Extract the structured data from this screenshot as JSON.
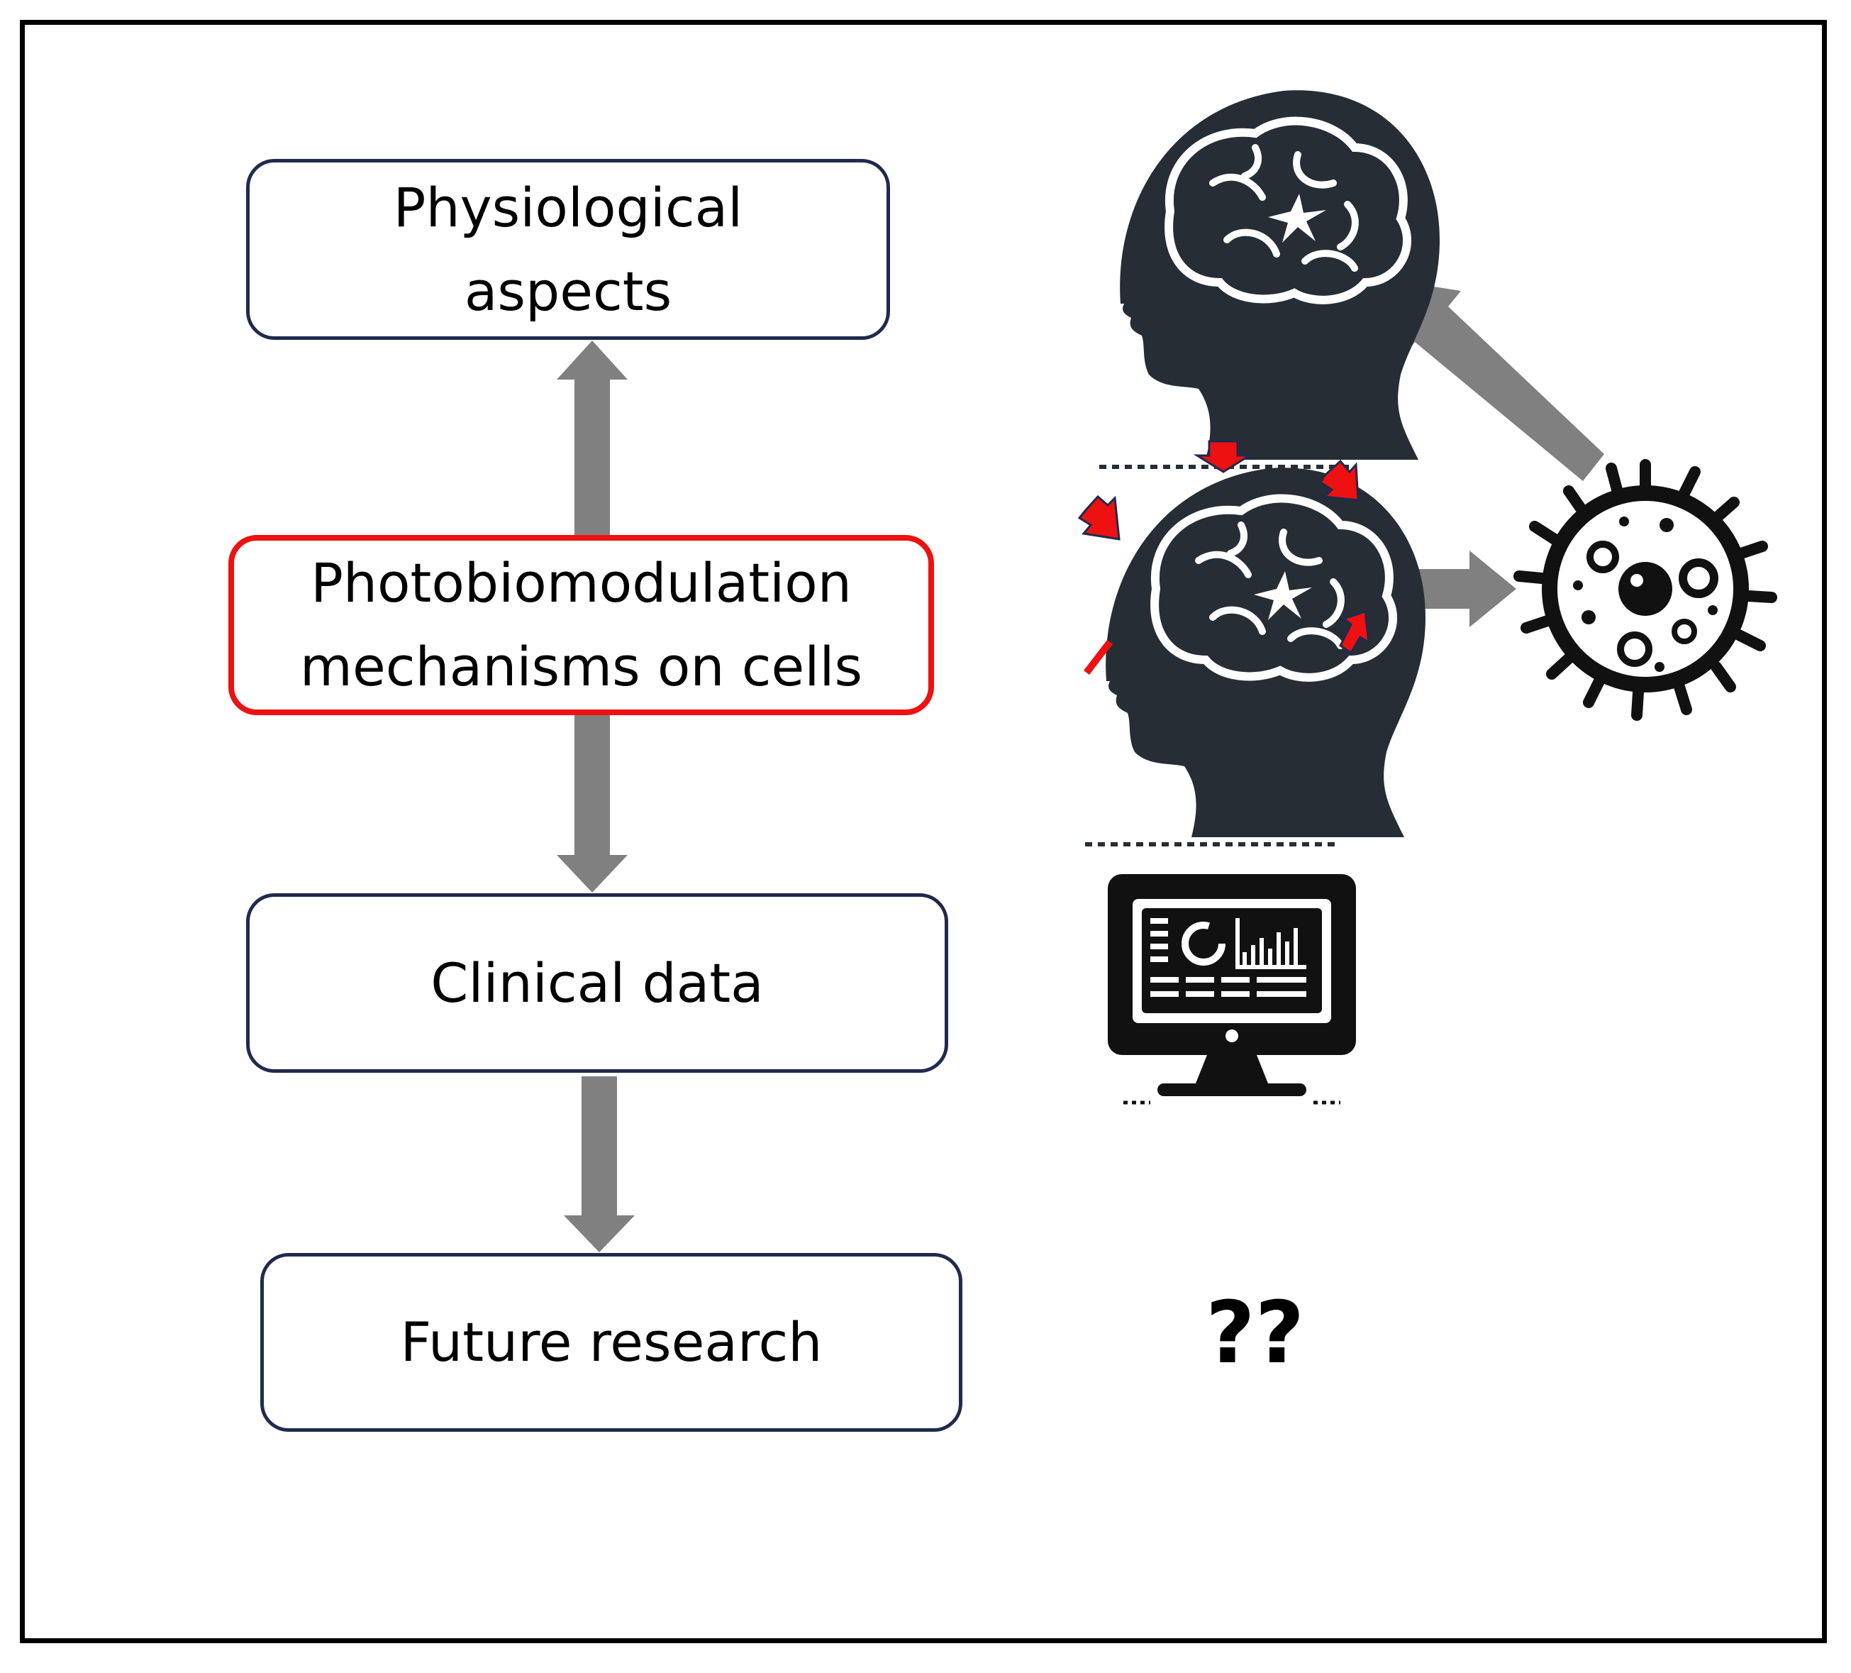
{
  "boxes": {
    "physiological": "Physiological\naspects",
    "photobiomodulation": "Photobiomodulation\nmechanisms on cells",
    "clinical": "Clinical data",
    "future": "Future research"
  },
  "future_marker": "??",
  "icons": [
    "head-brain-icon",
    "head-brain-light-icon",
    "cell-icon",
    "monitor-dashboard-icon"
  ],
  "colors": {
    "box_border": "#1f2a4d",
    "highlight_border": "#ee1111",
    "arrow": "#808080",
    "icon": "#262d35",
    "light_arrow": "#ee1111"
  }
}
